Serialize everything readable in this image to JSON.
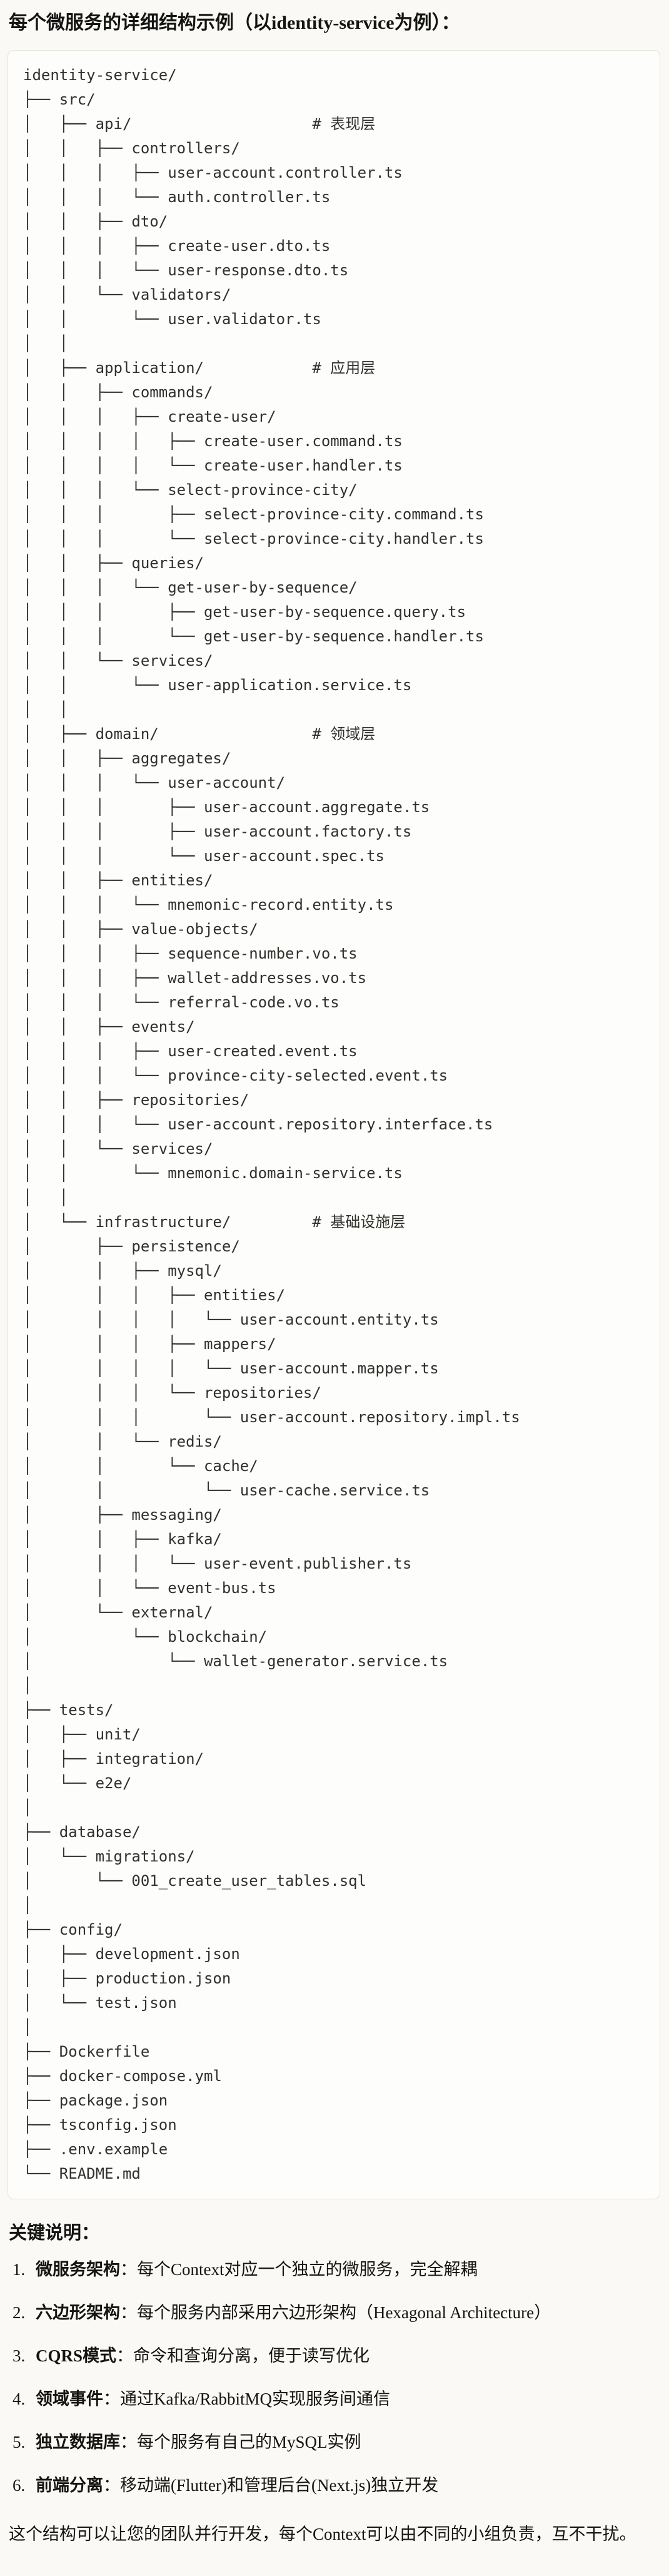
{
  "message": {
    "title": "每个微服务的详细结构示例（以identity-service为例）：",
    "file_tree_lines": [
      "identity-service/",
      "├── src/",
      "│   ├── api/                    # 表现层",
      "│   │   ├── controllers/",
      "│   │   │   ├── user-account.controller.ts",
      "│   │   │   └── auth.controller.ts",
      "│   │   ├── dto/",
      "│   │   │   ├── create-user.dto.ts",
      "│   │   │   └── user-response.dto.ts",
      "│   │   └── validators/",
      "│   │       └── user.validator.ts",
      "│   │",
      "│   ├── application/            # 应用层",
      "│   │   ├── commands/",
      "│   │   │   ├── create-user/",
      "│   │   │   │   ├── create-user.command.ts",
      "│   │   │   │   └── create-user.handler.ts",
      "│   │   │   └── select-province-city/",
      "│   │   │       ├── select-province-city.command.ts",
      "│   │   │       └── select-province-city.handler.ts",
      "│   │   ├── queries/",
      "│   │   │   └── get-user-by-sequence/",
      "│   │   │       ├── get-user-by-sequence.query.ts",
      "│   │   │       └── get-user-by-sequence.handler.ts",
      "│   │   └── services/",
      "│   │       └── user-application.service.ts",
      "│   │",
      "│   ├── domain/                 # 领域层",
      "│   │   ├── aggregates/",
      "│   │   │   └── user-account/",
      "│   │   │       ├── user-account.aggregate.ts",
      "│   │   │       ├── user-account.factory.ts",
      "│   │   │       └── user-account.spec.ts",
      "│   │   ├── entities/",
      "│   │   │   └── mnemonic-record.entity.ts",
      "│   │   ├── value-objects/",
      "│   │   │   ├── sequence-number.vo.ts",
      "│   │   │   ├── wallet-addresses.vo.ts",
      "│   │   │   └── referral-code.vo.ts",
      "│   │   ├── events/",
      "│   │   │   ├── user-created.event.ts",
      "│   │   │   └── province-city-selected.event.ts",
      "│   │   ├── repositories/",
      "│   │   │   └── user-account.repository.interface.ts",
      "│   │   └── services/",
      "│   │       └── mnemonic.domain-service.ts",
      "│   │",
      "│   └── infrastructure/         # 基础设施层",
      "│       ├── persistence/",
      "│       │   ├── mysql/",
      "│       │   │   ├── entities/",
      "│       │   │   │   └── user-account.entity.ts",
      "│       │   │   ├── mappers/",
      "│       │   │   │   └── user-account.mapper.ts",
      "│       │   │   └── repositories/",
      "│       │   │       └── user-account.repository.impl.ts",
      "│       │   └── redis/",
      "│       │       └── cache/",
      "│       │           └── user-cache.service.ts",
      "│       ├── messaging/",
      "│       │   ├── kafka/",
      "│       │   │   └── user-event.publisher.ts",
      "│       │   └── event-bus.ts",
      "│       └── external/",
      "│           └── blockchain/",
      "│               └── wallet-generator.service.ts",
      "│",
      "├── tests/",
      "│   ├── unit/",
      "│   ├── integration/",
      "│   └── e2e/",
      "│",
      "├── database/",
      "│   └── migrations/",
      "│       └── 001_create_user_tables.sql",
      "│",
      "├── config/",
      "│   ├── development.json",
      "│   ├── production.json",
      "│   └── test.json",
      "│",
      "├── Dockerfile",
      "├── docker-compose.yml",
      "├── package.json",
      "├── tsconfig.json",
      "├── .env.example",
      "└── README.md"
    ],
    "notes": {
      "heading": "关键说明：",
      "items": [
        {
          "num": "1.",
          "term": "微服务架构",
          "desc": "：每个Context对应一个独立的微服务，完全解耦"
        },
        {
          "num": "2.",
          "term": "六边形架构",
          "desc": "：每个服务内部采用六边形架构（Hexagonal Architecture）"
        },
        {
          "num": "3.",
          "term": "CQRS模式",
          "desc": "：命令和查询分离，便于读写优化"
        },
        {
          "num": "4.",
          "term": "领域事件",
          "desc": "：通过Kafka/RabbitMQ实现服务间通信"
        },
        {
          "num": "5.",
          "term": "独立数据库",
          "desc": "：每个服务有自己的MySQL实例"
        },
        {
          "num": "6.",
          "term": "前端分离",
          "desc": "：移动端(Flutter)和管理后台(Next.js)独立开发"
        }
      ]
    },
    "closing": "这个结构可以让您的团队并行开发，每个Context可以由不同的小组负责，互不干扰。"
  }
}
